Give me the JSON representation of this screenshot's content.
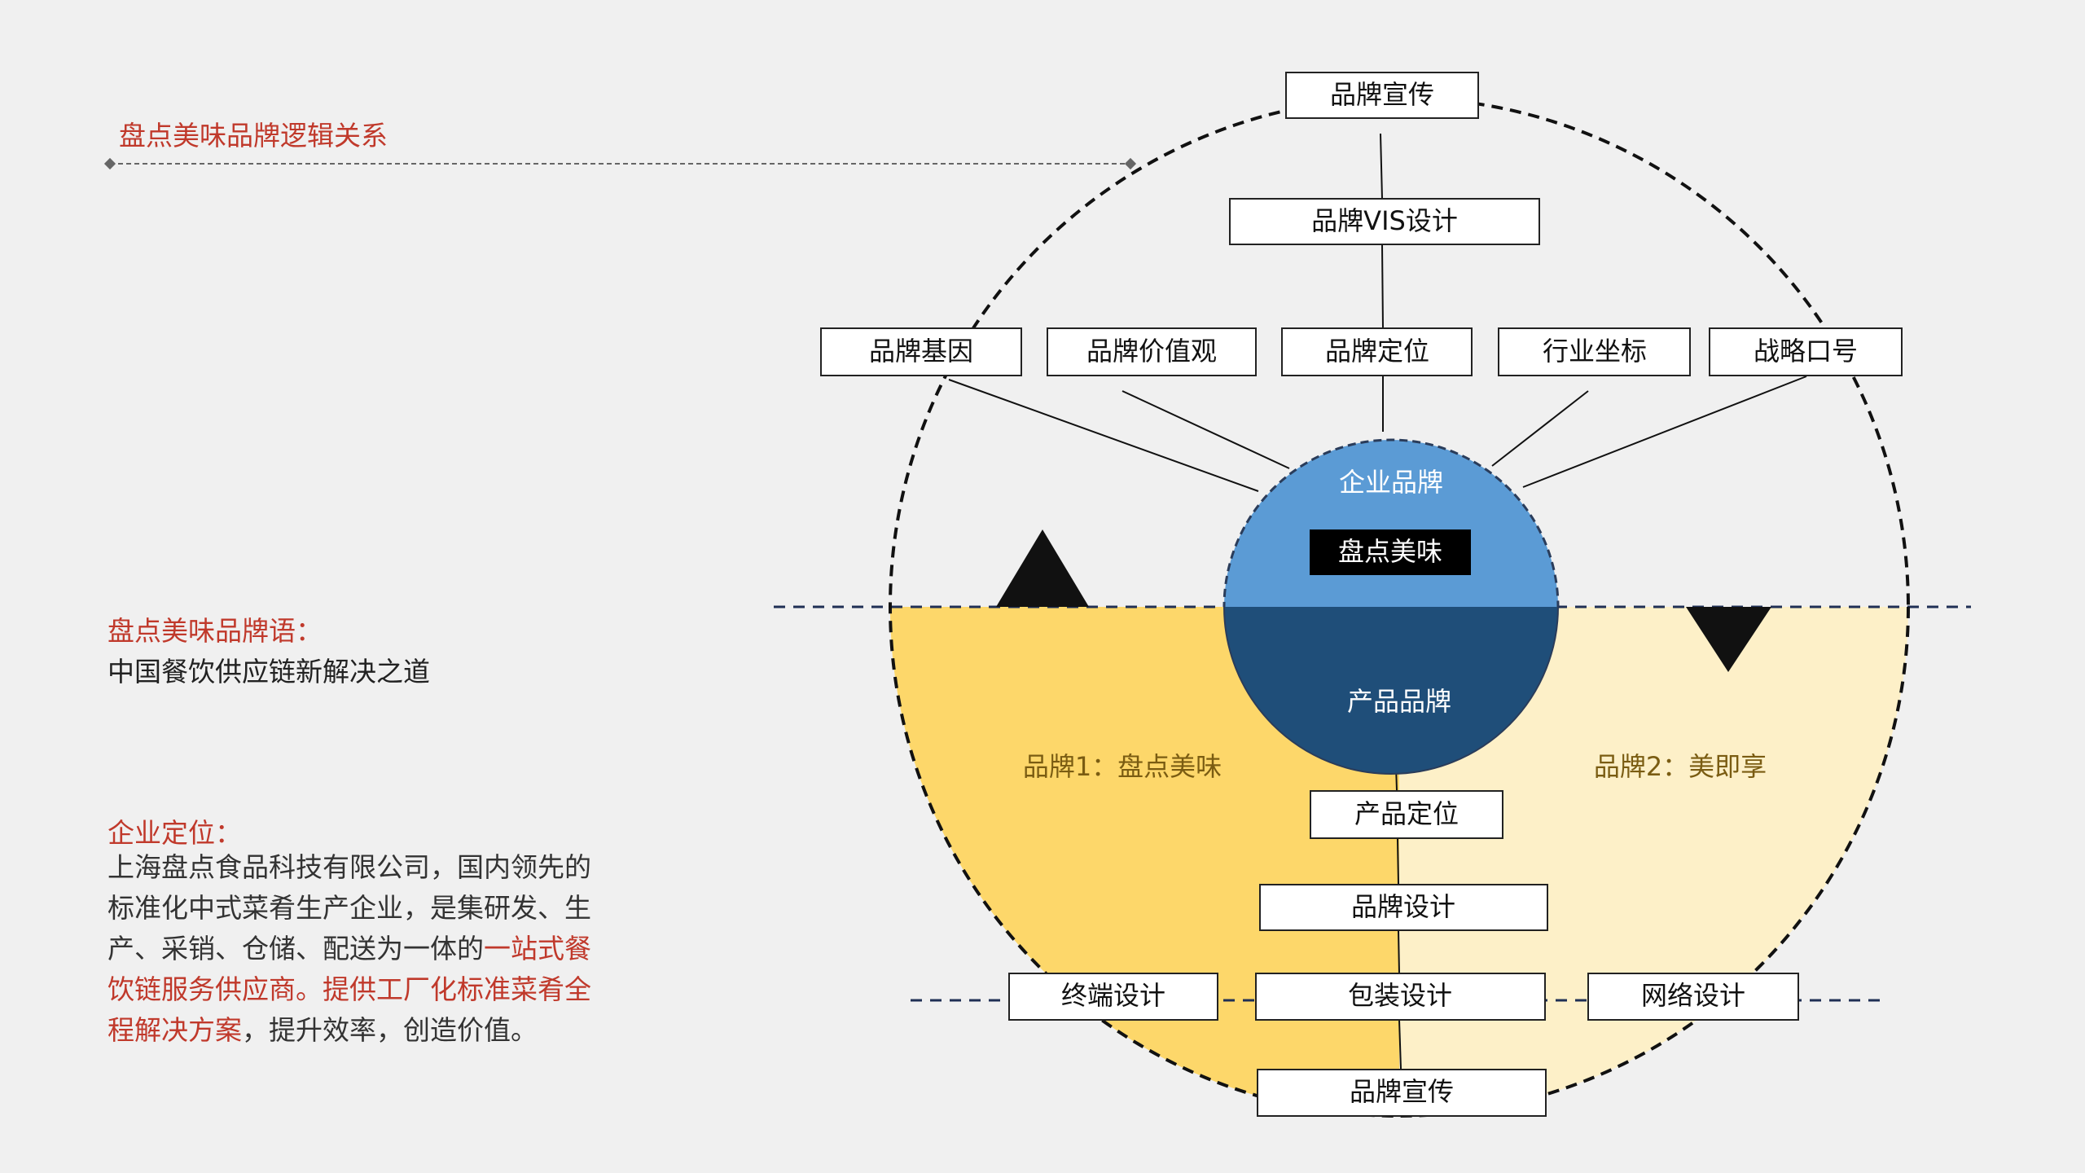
{
  "header": {
    "title": "盘点美味品牌逻辑关系"
  },
  "slogan": {
    "label": "盘点美味品牌语：",
    "text": "中国餐饮供应链新解决之道"
  },
  "positioning": {
    "label": "企业定位：",
    "text_a": "上海盘点食品科技有限公司，国内领先的标准化中式菜肴生产企业，是集研发、生产、采销、仓储、配送为一体的",
    "text_highlight": "一站式餐饮链服务供应商。提供工厂化标准菜肴全程解决方案",
    "text_b": "，提升效率，创造价值。"
  },
  "diagram": {
    "top_nodes": {
      "promo": "品牌宣传",
      "vis": "品牌VIS设计",
      "gene": "品牌基因",
      "values": "品牌价值观",
      "position": "品牌定位",
      "industry": "行业坐标",
      "slogan": "战略口号"
    },
    "center": {
      "corporate": "企业品牌",
      "name": "盘点美味",
      "product": "产品品牌"
    },
    "brand1": "品牌1：盘点美味",
    "brand2": "品牌2：美即享",
    "bottom_nodes": {
      "product_position": "产品定位",
      "brand_design": "品牌设计",
      "terminal": "终端设计",
      "packaging": "包装设计",
      "network": "网络设计",
      "promo": "品牌宣传"
    },
    "colors": {
      "left_fill": "#fdd76a",
      "right_fill": "#fdf0c8",
      "center_top": "#5b9bd5",
      "center_bottom": "#1f4e79",
      "accent_red": "#c0392b"
    }
  }
}
